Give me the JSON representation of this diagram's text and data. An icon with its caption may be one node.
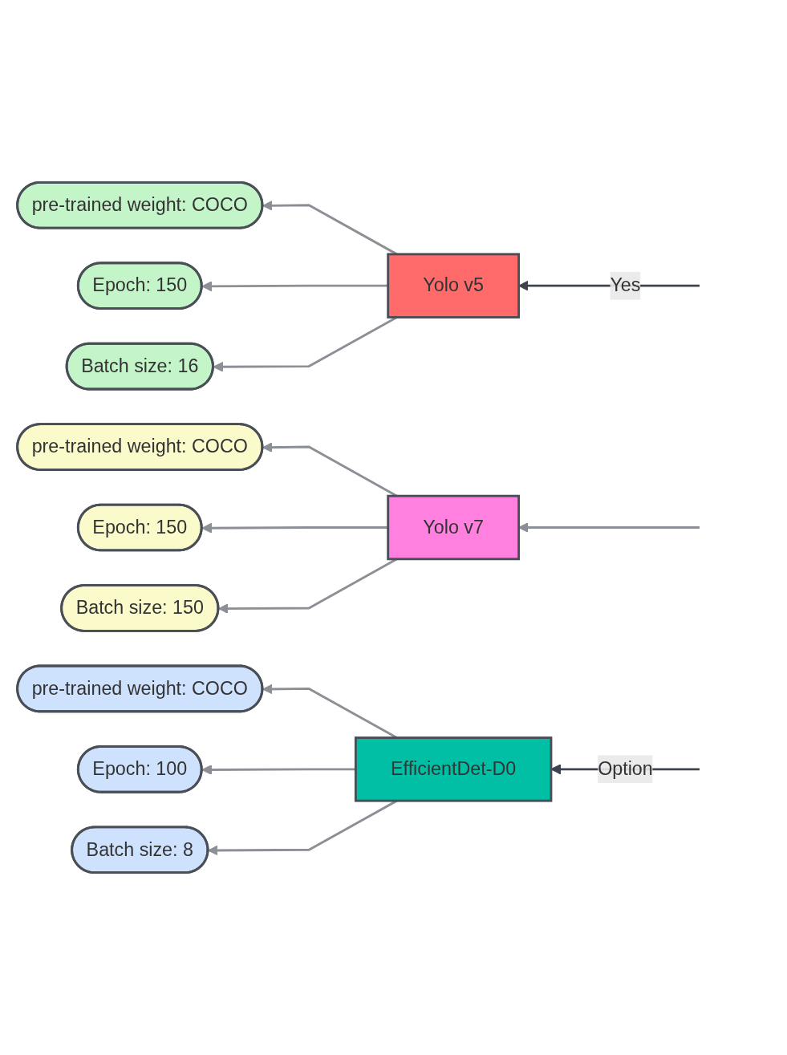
{
  "diagram": {
    "nodes": [
      {
        "text": [
          "pre-trained weight: COCO"
        ]
      },
      {
        "text": [
          "Epoch: 150"
        ]
      },
      {
        "text": [
          "Batch size: 16"
        ]
      },
      {
        "text": [
          "Yolo v5"
        ]
      },
      {
        "text": [
          "pre-trained weight: COCO"
        ]
      },
      {
        "text": [
          "Epoch: 150"
        ]
      },
      {
        "text": [
          "Batch size: 150"
        ]
      },
      {
        "text": [
          "Yolo v7"
        ]
      },
      {
        "text": [
          "pre-trained weight: COCO"
        ]
      },
      {
        "text": [
          "Epoch: 100"
        ]
      },
      {
        "text": [
          "Batch size: 8"
        ]
      },
      {
        "text": [
          "EfficientDet-D0"
        ]
      }
    ],
    "edges": [
      {
        "from": null,
        "to": 3,
        "arrow": "to",
        "label": "Yes",
        "color": "#3d4450"
      },
      {
        "from": null,
        "to": 7,
        "arrow": "to"
      },
      {
        "from": null,
        "to": 11,
        "arrow": "to",
        "label": "Option",
        "color": "#3d4450"
      },
      {
        "from": 3,
        "to": 0,
        "arrow": "to"
      },
      {
        "from": 3,
        "to": 1,
        "arrow": "to"
      },
      {
        "from": 3,
        "to": 2,
        "arrow": "to"
      },
      {
        "from": 7,
        "to": 4,
        "arrow": "to"
      },
      {
        "from": 7,
        "to": 5,
        "arrow": "to"
      },
      {
        "from": 7,
        "to": 6,
        "arrow": "to"
      },
      {
        "from": 11,
        "to": 8,
        "arrow": "to"
      },
      {
        "from": 11,
        "to": 9,
        "arrow": "to"
      },
      {
        "from": 11,
        "to": 10,
        "arrow": "to"
      }
    ]
  }
}
